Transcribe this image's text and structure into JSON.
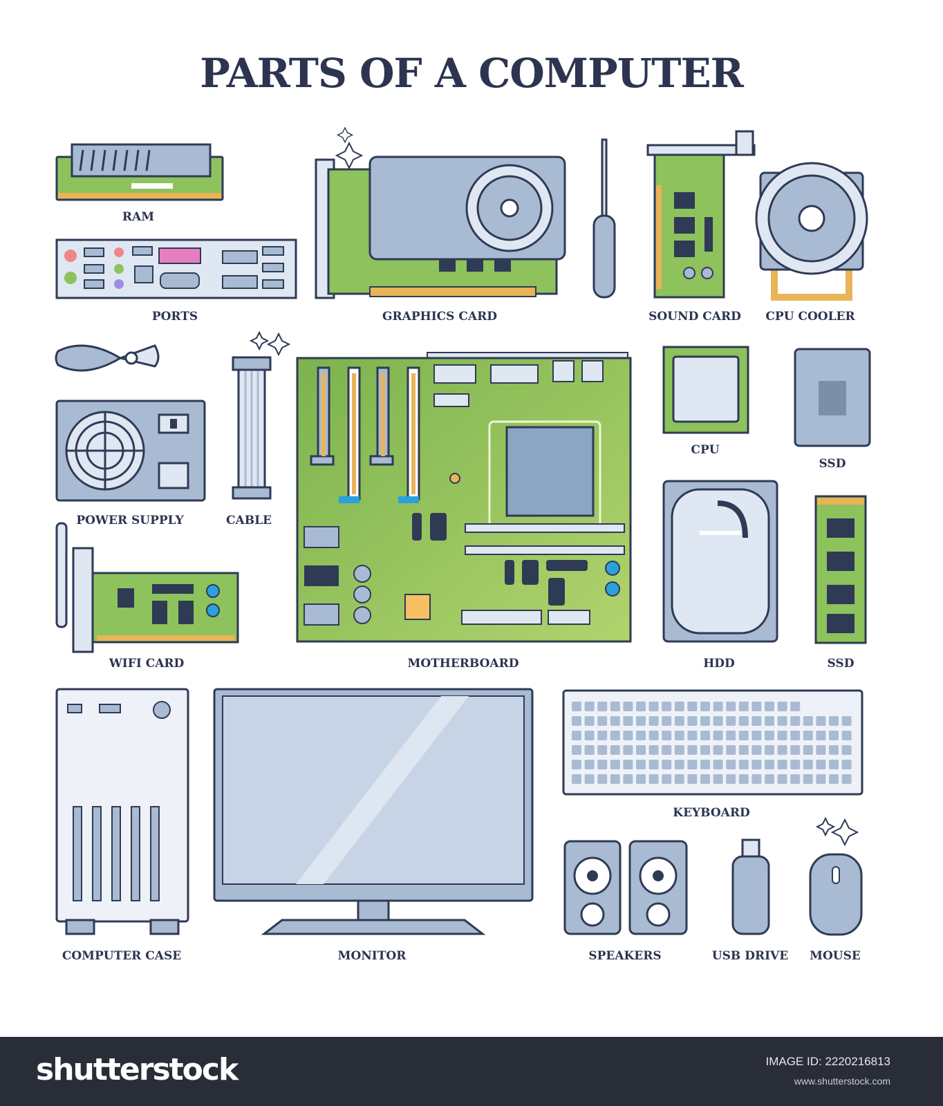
{
  "title": "PARTS OF A COMPUTER",
  "parts": {
    "ram": "RAM",
    "ports": "PORTS",
    "graphics_card": "GRAPHICS CARD",
    "sound_card": "SOUND CARD",
    "cpu_cooler": "CPU COOLER",
    "power_supply": "POWER SUPPLY",
    "cable": "CABLE",
    "cpu": "CPU",
    "ssd": "SSD",
    "wifi_card": "WIFI CARD",
    "motherboard": "MOTHERBOARD",
    "hdd": "HDD",
    "ssd_m2": "SSD",
    "keyboard": "KEYBOARD",
    "computer_case": "COMPUTER CASE",
    "monitor": "MONITOR",
    "speakers": "SPEAKERS",
    "usb_drive": "USB DRIVE",
    "mouse": "MOUSE"
  },
  "footer": {
    "logo": "shutterstock",
    "image_id": "IMAGE ID: 2220216813",
    "website": "www.shutterstock.com"
  },
  "colors": {
    "outline": "#2f3a55",
    "green": "#8dc25c",
    "steel": "#a9bbd3",
    "gold": "#e9b458",
    "footer": "#282d38"
  }
}
